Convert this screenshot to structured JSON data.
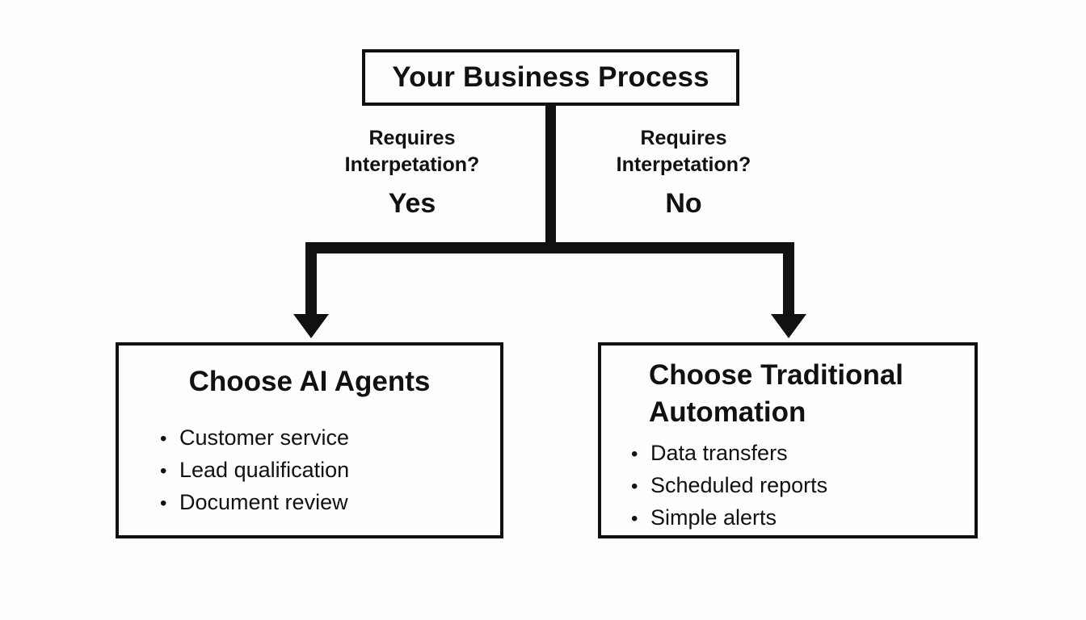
{
  "colors": {
    "ink": "#111111",
    "canvas": "#fdfdfd"
  },
  "list_marker": "•",
  "root_box": {
    "label": "Your Business Process"
  },
  "branches": {
    "left": {
      "question_line1": "Requires",
      "question_line2": "Interpetation?",
      "answer": "Yes"
    },
    "right": {
      "question_line1": "Requires",
      "question_line2": "Interpetation?",
      "answer": "No"
    }
  },
  "results": {
    "left": {
      "title": "Choose AI Agents",
      "items": [
        "Customer service",
        "Lead qualification",
        "Document review"
      ]
    },
    "right": {
      "title": "Choose Traditional Automation",
      "items": [
        "Data transfers",
        "Scheduled reports",
        "Simple alerts"
      ]
    }
  }
}
